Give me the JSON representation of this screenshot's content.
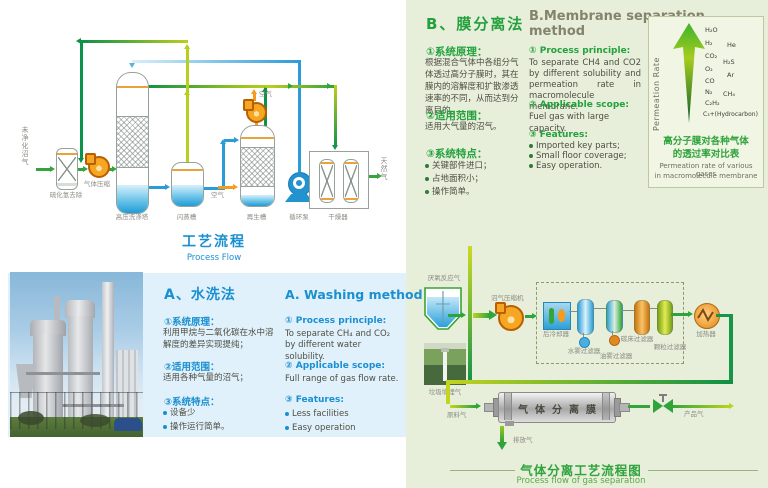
{
  "process_flow": {
    "title": "工艺流程",
    "subtitle": "Process Flow",
    "labels": {
      "feed": "未净化沼气",
      "h2s": "硫化氢去除",
      "compressor": "气体压缩",
      "tower": "高压洗涤塔",
      "flash": "闪蒸槽",
      "regen": "再生槽",
      "pump": "循环泵",
      "dryer": "干燥器",
      "natural_gas": "天然气",
      "air_in": "空气",
      "air_out": "空气"
    }
  },
  "section_a": {
    "title_zh": "A、水洗法",
    "title_en": "A. Washing method",
    "zh": {
      "principle_label": "①系统原理：",
      "principle_text": "利用甲烷与二氧化碳在水中溶解度的差异实现提纯；",
      "scope_label": "②适用范围：",
      "scope_text": "适用各种气量的沼气；",
      "features_label": "③系统特点：",
      "features": [
        "设备少",
        "操作运行简单。"
      ]
    },
    "en": {
      "principle_label": "① Process principle:",
      "principle_text": "To separate CH₄ and CO₂ by different water solubility.",
      "scope_label": "② Applicable scope:",
      "scope_text": "Full range of gas flow rate.",
      "features_label": "③ Features:",
      "features": [
        "Less facilities",
        "Easy operation"
      ]
    }
  },
  "section_b": {
    "title_zh": "B、膜分离法",
    "title_en": "B.Membrane separation method",
    "zh": {
      "principle_label": "①系统原理：",
      "principle_text": "根据混合气体中各组分气体透过高分子膜时，其在膜内的溶解度和扩散渗透速率的不同，从而达到分离目的。",
      "scope_label": "②适用范围：",
      "scope_text": "适用大气量的沼气。",
      "features_label": "③系统特点：",
      "features": [
        "关键部件进口；",
        "占地面积小；",
        "操作简单。"
      ]
    },
    "en": {
      "principle_label": "① Process principle:",
      "principle_text": "To separate CH4 and CO2 by different solubility and permeation rate in macromolecule membrane.",
      "scope_label": "② Applicable scope:",
      "scope_text": "Fuel gas with large capacity.",
      "features_label": "③ Features:",
      "features": [
        "Imported key parts;",
        "Small floor coverage;",
        "Easy operation."
      ]
    }
  },
  "chart_data": {
    "type": "ranking",
    "axis_label": "Permeation Rate",
    "gases": [
      "H₂O",
      "H₂",
      "He",
      "CO₂",
      "H₂S",
      "O₂",
      "Ar",
      "CO",
      "N₂",
      "CH₄",
      "C₂H₂",
      "C₃+(Hydrocarbon)"
    ],
    "title_zh_line1": "高分子膜对各种气体",
    "title_zh_line2": "的透过率对比表",
    "title_en_line1": "Permeation rate of various gases",
    "title_en_line2": "in macromolecule membrane"
  },
  "gas_flow": {
    "title_zh": "气体分离工艺流程图",
    "title_en": "Process flow of gas separation",
    "labels": {
      "anaerobic": "厌氧反应气",
      "landfill": "垃圾填埋气",
      "compressor": "沼气压缩机",
      "aftercooler": "后冷却器",
      "water_filter": "水雾过滤器",
      "oil_filter": "油雾过滤器",
      "carbon_filter": "碳床过滤器",
      "particle_filter": "颗粒过滤器",
      "heater": "加热器",
      "raw_gas": "原料气",
      "membrane": "气体分离膜",
      "vent": "排放气",
      "product": "产品气"
    }
  },
  "colors": {
    "accent_blue": "#1a8fd1",
    "accent_green": "#2fa33c",
    "panel_blue": "#e0f1fb",
    "panel_green": "#e7eeda"
  }
}
